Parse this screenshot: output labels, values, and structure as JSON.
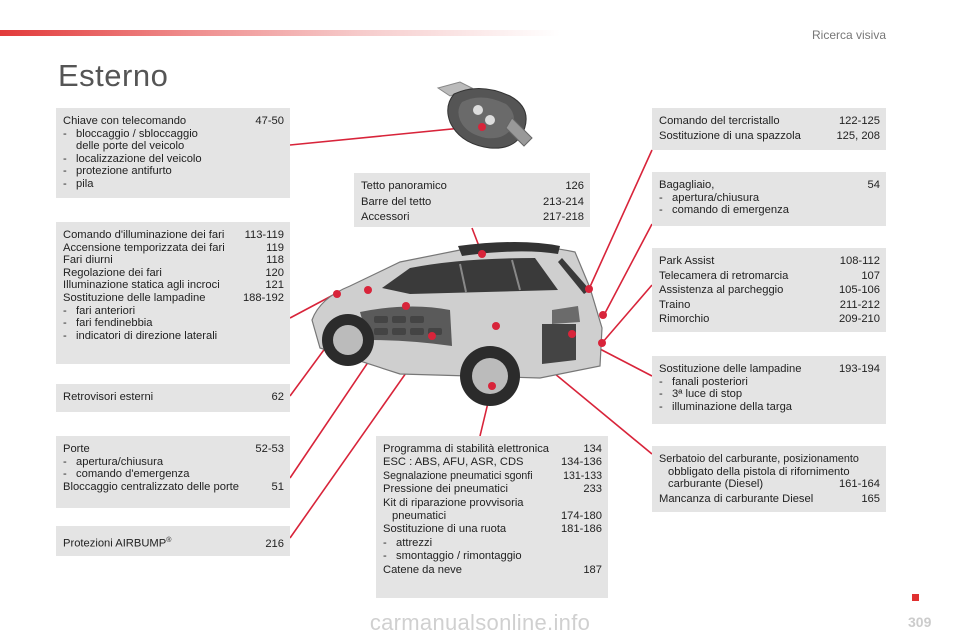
{
  "header": {
    "section": "Ricerca visiva",
    "title": "Esterno"
  },
  "boxes": {
    "chiave": {
      "title": "Chiave con telecomando",
      "pages": "47-50",
      "items": [
        "bloccaggio / sbloccaggio",
        "delle porte del veicolo",
        "localizzazione del veicolo",
        "protezione antifurto",
        "pila"
      ]
    },
    "fari": {
      "rows": [
        {
          "label": "Comando d'illuminazione dei fari",
          "pages": "113-119"
        },
        {
          "label": "Accensione temporizzata dei fari",
          "pages": "119"
        },
        {
          "label": "Fari diurni",
          "pages": "118"
        },
        {
          "label": "Regolazione dei fari",
          "pages": "120"
        },
        {
          "label": "Illuminazione statica agli incroci",
          "pages": "121"
        },
        {
          "label": "Sostituzione delle lampadine",
          "pages": "188-192"
        }
      ],
      "items": [
        "fari anteriori",
        "fari fendinebbia",
        "indicatori di direzione laterali"
      ]
    },
    "retrovisori": {
      "label": "Retrovisori esterni",
      "pages": "62"
    },
    "porte": {
      "title": "Porte",
      "pages": "52-53",
      "items": [
        "apertura/chiusura",
        "comando d'emergenza"
      ],
      "extra_label": "Bloccaggio centralizzato delle porte",
      "extra_pages": "51"
    },
    "airbump": {
      "label": "Protezioni AIRBUMP",
      "sup": "®",
      "pages": "216"
    },
    "tetto": {
      "rows": [
        {
          "label": "Tetto panoramico",
          "pages": "126"
        },
        {
          "label": "Barre del tetto",
          "pages": "213-214"
        },
        {
          "label": "Accessori",
          "pages": "217-218"
        }
      ]
    },
    "programma": {
      "rows": [
        {
          "label": "Programma di stabilità elettronica",
          "pages": "134"
        },
        {
          "label": "ESC : ABS, AFU, ASR, CDS",
          "pages": "134-136"
        },
        {
          "label": "Segnalazione pneumatici sgonfi",
          "pages": "131-133"
        },
        {
          "label": "Pressione dei pneumatici",
          "pages": "233"
        }
      ],
      "kit_label_1": "Kit di riparazione provvisoria",
      "kit_label_2": "pneumatici",
      "kit_pages": "174-180",
      "ruota_label": "Sostituzione di una ruota",
      "ruota_pages": "181-186",
      "items": [
        "attrezzi",
        "smontaggio / rimontaggio"
      ],
      "catene_label": "Catene da neve",
      "catene_pages": "187"
    },
    "tercristallo": {
      "rows": [
        {
          "label": "Comando del tercristallo",
          "pages": "122-125"
        },
        {
          "label": "Sostituzione di una spazzola",
          "pages": "125, 208"
        }
      ]
    },
    "bagagliaio": {
      "title": "Bagagliaio,",
      "pages": "54",
      "items": [
        "apertura/chiusura",
        "comando di emergenza"
      ]
    },
    "park": {
      "rows": [
        {
          "label": "Park Assist",
          "pages": "108-112"
        },
        {
          "label": "Telecamera di retromarcia",
          "pages": "107"
        },
        {
          "label": "Assistenza al parcheggio",
          "pages": "105-106"
        },
        {
          "label": "Traino",
          "pages": "211-212"
        },
        {
          "label": "Rimorchio",
          "pages": "209-210"
        }
      ]
    },
    "lampadine_post": {
      "title": "Sostituzione delle lampadine",
      "pages": "193-194",
      "items": [
        "fanali posteriori",
        "3ª luce di stop",
        "illuminazione della targa"
      ]
    },
    "serbatoio": {
      "line1": "Serbatoio del carburante, posizionamento",
      "line2": "obbligato della pistola di rifornimento",
      "line3": "carburante (Diesel)",
      "line3_pages": "161-164",
      "mancanza_label": "Mancanza di carburante Diesel",
      "mancanza_pages": "165"
    }
  },
  "dash": "-",
  "footer": {
    "page_number": "309",
    "watermark": "carmanualsonline.info"
  },
  "colors": {
    "accent": "#d8243a",
    "box_bg": "#e4e4e4"
  }
}
